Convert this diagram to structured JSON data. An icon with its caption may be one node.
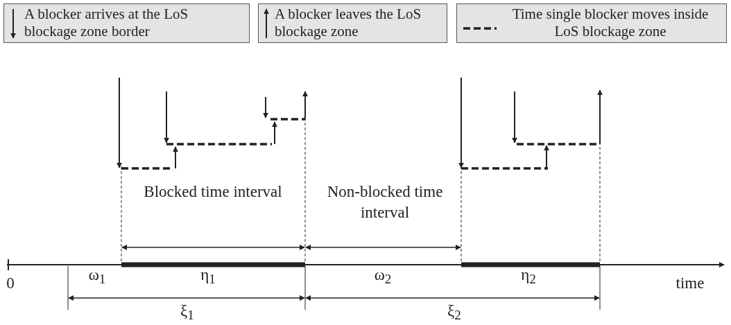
{
  "diagram": {
    "labels": [
      "Blocked time interval",
      "Non-blocked time interval",
      "0",
      "ω$_{1}$",
      "η$_{1}$",
      "ω$_{2}$",
      "η$_{2}$",
      "time",
      "ξ$_{1}$",
      "ξ$_{2}$"
    ],
    "legend": [
      {
        "text": "A blocker arrives at the LoS blockage zone border"
      },
      {
        "text": "A blocker leaves the LoS blockage zone"
      },
      {
        "text": "Time single blocker moves inside LoS blockage zone"
      }
    ]
  }
}
